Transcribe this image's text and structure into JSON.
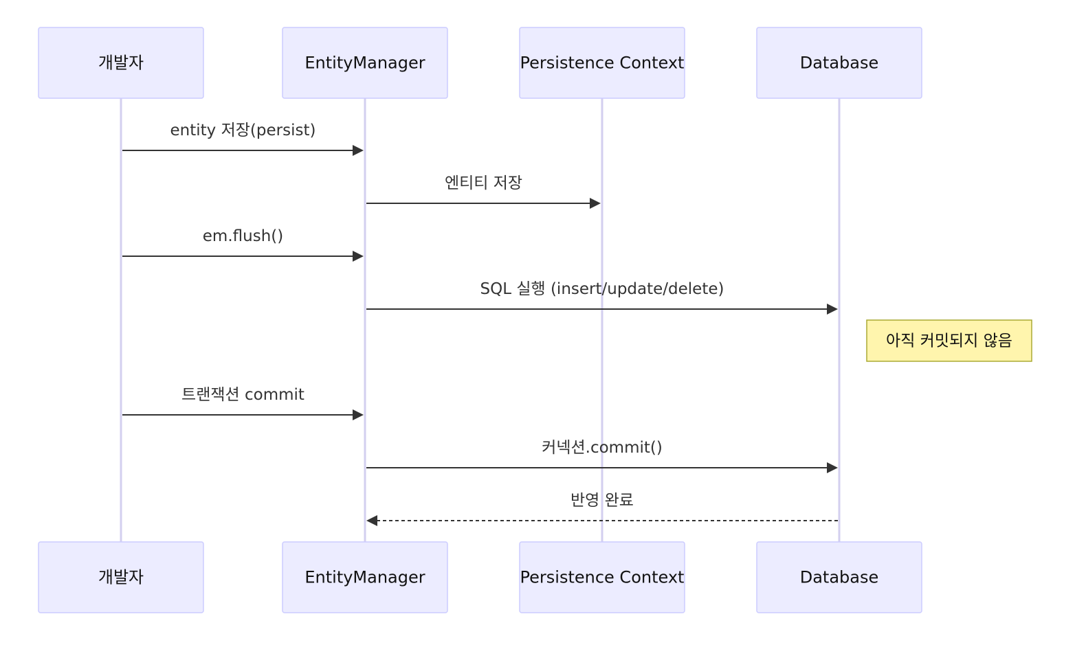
{
  "participants": [
    {
      "id": "dev",
      "label": "개발자"
    },
    {
      "id": "em",
      "label": "EntityManager"
    },
    {
      "id": "pc",
      "label": "Persistence Context"
    },
    {
      "id": "db",
      "label": "Database"
    }
  ],
  "messages": [
    {
      "from": "dev",
      "to": "em",
      "label": "entity 저장(persist)",
      "style": "solid"
    },
    {
      "from": "em",
      "to": "pc",
      "label": "엔티티 저장",
      "style": "solid"
    },
    {
      "from": "dev",
      "to": "em",
      "label": "em.flush()",
      "style": "solid"
    },
    {
      "from": "em",
      "to": "db",
      "label": "SQL 실행 (insert/update/delete)",
      "style": "solid"
    },
    {
      "from": "dev",
      "to": "em",
      "label": "트랜잭션 commit",
      "style": "solid"
    },
    {
      "from": "em",
      "to": "db",
      "label": "커넥션.commit()",
      "style": "solid"
    },
    {
      "from": "db",
      "to": "em",
      "label": "반영 완료",
      "style": "dashed"
    }
  ],
  "notes": [
    {
      "position": "right of",
      "participant": "db",
      "label": "아직 커밋되지 않음"
    }
  ],
  "colors": {
    "actor_fill": "#ECECFF",
    "actor_stroke": "#CCCCFF",
    "lifeline": "#D3CFEF",
    "message": "#333333",
    "note_fill": "#FFF5AD",
    "note_stroke": "#AAAA33"
  }
}
